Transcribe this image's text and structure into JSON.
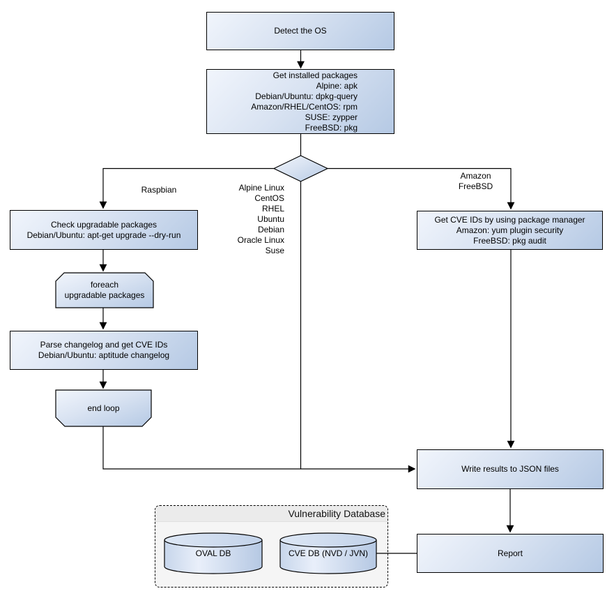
{
  "diagram": {
    "type": "flowchart",
    "nodes": {
      "detect_os": "Detect the OS",
      "get_installed_packages": "Get installed packages\nAlpine: apk\nDebian/Ubuntu: dpkg-query\nAmazon/RHEL/CentOS: rpm\nSUSE: zypper\nFreeBSD: pkg",
      "check_upgradable": "Check upgradable packages\nDebian/Ubuntu: apt-get upgrade --dry-run",
      "foreach_loop": "foreach\nupgradable  packages",
      "parse_changelog": "Parse changelog and get  CVE IDs\nDebian/Ubuntu: aptitude changelog",
      "end_loop": "end loop",
      "get_cve_ids": "Get CVE IDs by using package manager\nAmazon: yum plugin security\nFreeBSD: pkg audit",
      "write_results": "Write results to JSON files",
      "report": "Report"
    },
    "edge_labels": {
      "raspbian": "Raspbian",
      "os_list": "Alpine Linux\nCentOS\nRHEL\nUbuntu\nDebian\nOracle Linux\nSuse",
      "amazon_freebsd": "Amazon\nFreeBSD"
    },
    "database": {
      "title": "Vulnerability Database",
      "cylinders": [
        {
          "label": "OVAL DB"
        },
        {
          "label": "CVE DB (NVD / JVN)"
        }
      ]
    },
    "colors": {
      "node_gradient_start": "#f1f5fc",
      "node_gradient_end": "#b5c9e4",
      "node_border": "#000000",
      "connector": "#000000",
      "container_bg": "#f5f5f5",
      "container_header_bg": "#ebebeb",
      "canvas_bg": "#ffffff"
    }
  }
}
